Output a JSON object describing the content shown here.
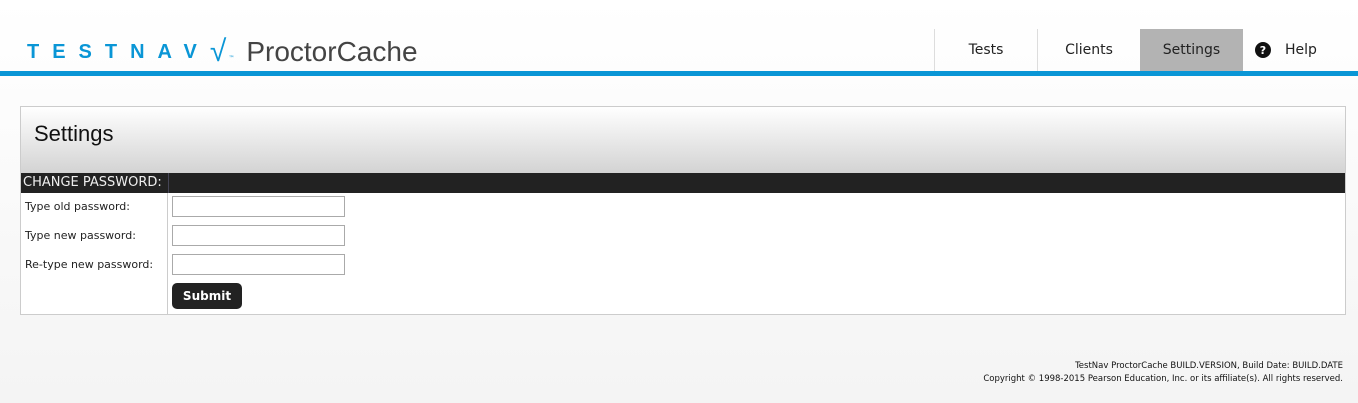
{
  "header": {
    "logo_text": "TESTNAV",
    "logo_tm": "™",
    "app_title": "ProctorCache"
  },
  "nav": {
    "items": [
      {
        "label": "Tests"
      },
      {
        "label": "Clients"
      },
      {
        "label": "Settings",
        "active": true
      }
    ],
    "help": "Help"
  },
  "panel": {
    "title": "Settings",
    "section": "CHANGE PASSWORD:",
    "fields": [
      {
        "label": "Type old password:",
        "value": ""
      },
      {
        "label": "Type new password:",
        "value": ""
      },
      {
        "label": "Re-type new password:",
        "value": ""
      }
    ],
    "submit": "Submit"
  },
  "footer": {
    "build": "TestNav ProctorCache BUILD.VERSION, Build Date: BUILD.DATE",
    "copyright": "Copyright © 1998-2015 Pearson Education, Inc. or its affiliate(s). All rights reserved."
  },
  "colors": {
    "accent": "#0a96d6",
    "bar": "#222222",
    "active_tab": "#b3b3b3"
  }
}
